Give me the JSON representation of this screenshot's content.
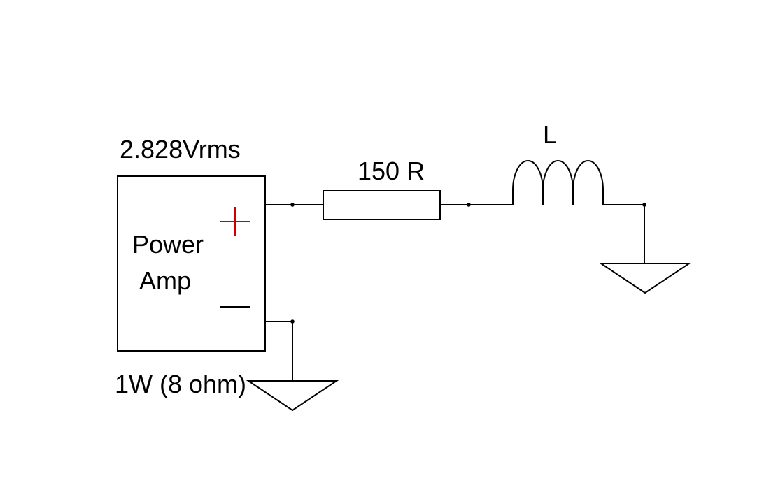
{
  "amplifier": {
    "voltage_label": "2.828Vrms",
    "name_line1": "Power",
    "name_line2": "Amp",
    "power_label": "1W (8 ohm)",
    "plus_terminal_color": "#cc0000"
  },
  "resistor": {
    "label": "150 R"
  },
  "inductor": {
    "label": "L",
    "turns": 3
  },
  "colors": {
    "wire": "#000000",
    "background": "#ffffff"
  }
}
